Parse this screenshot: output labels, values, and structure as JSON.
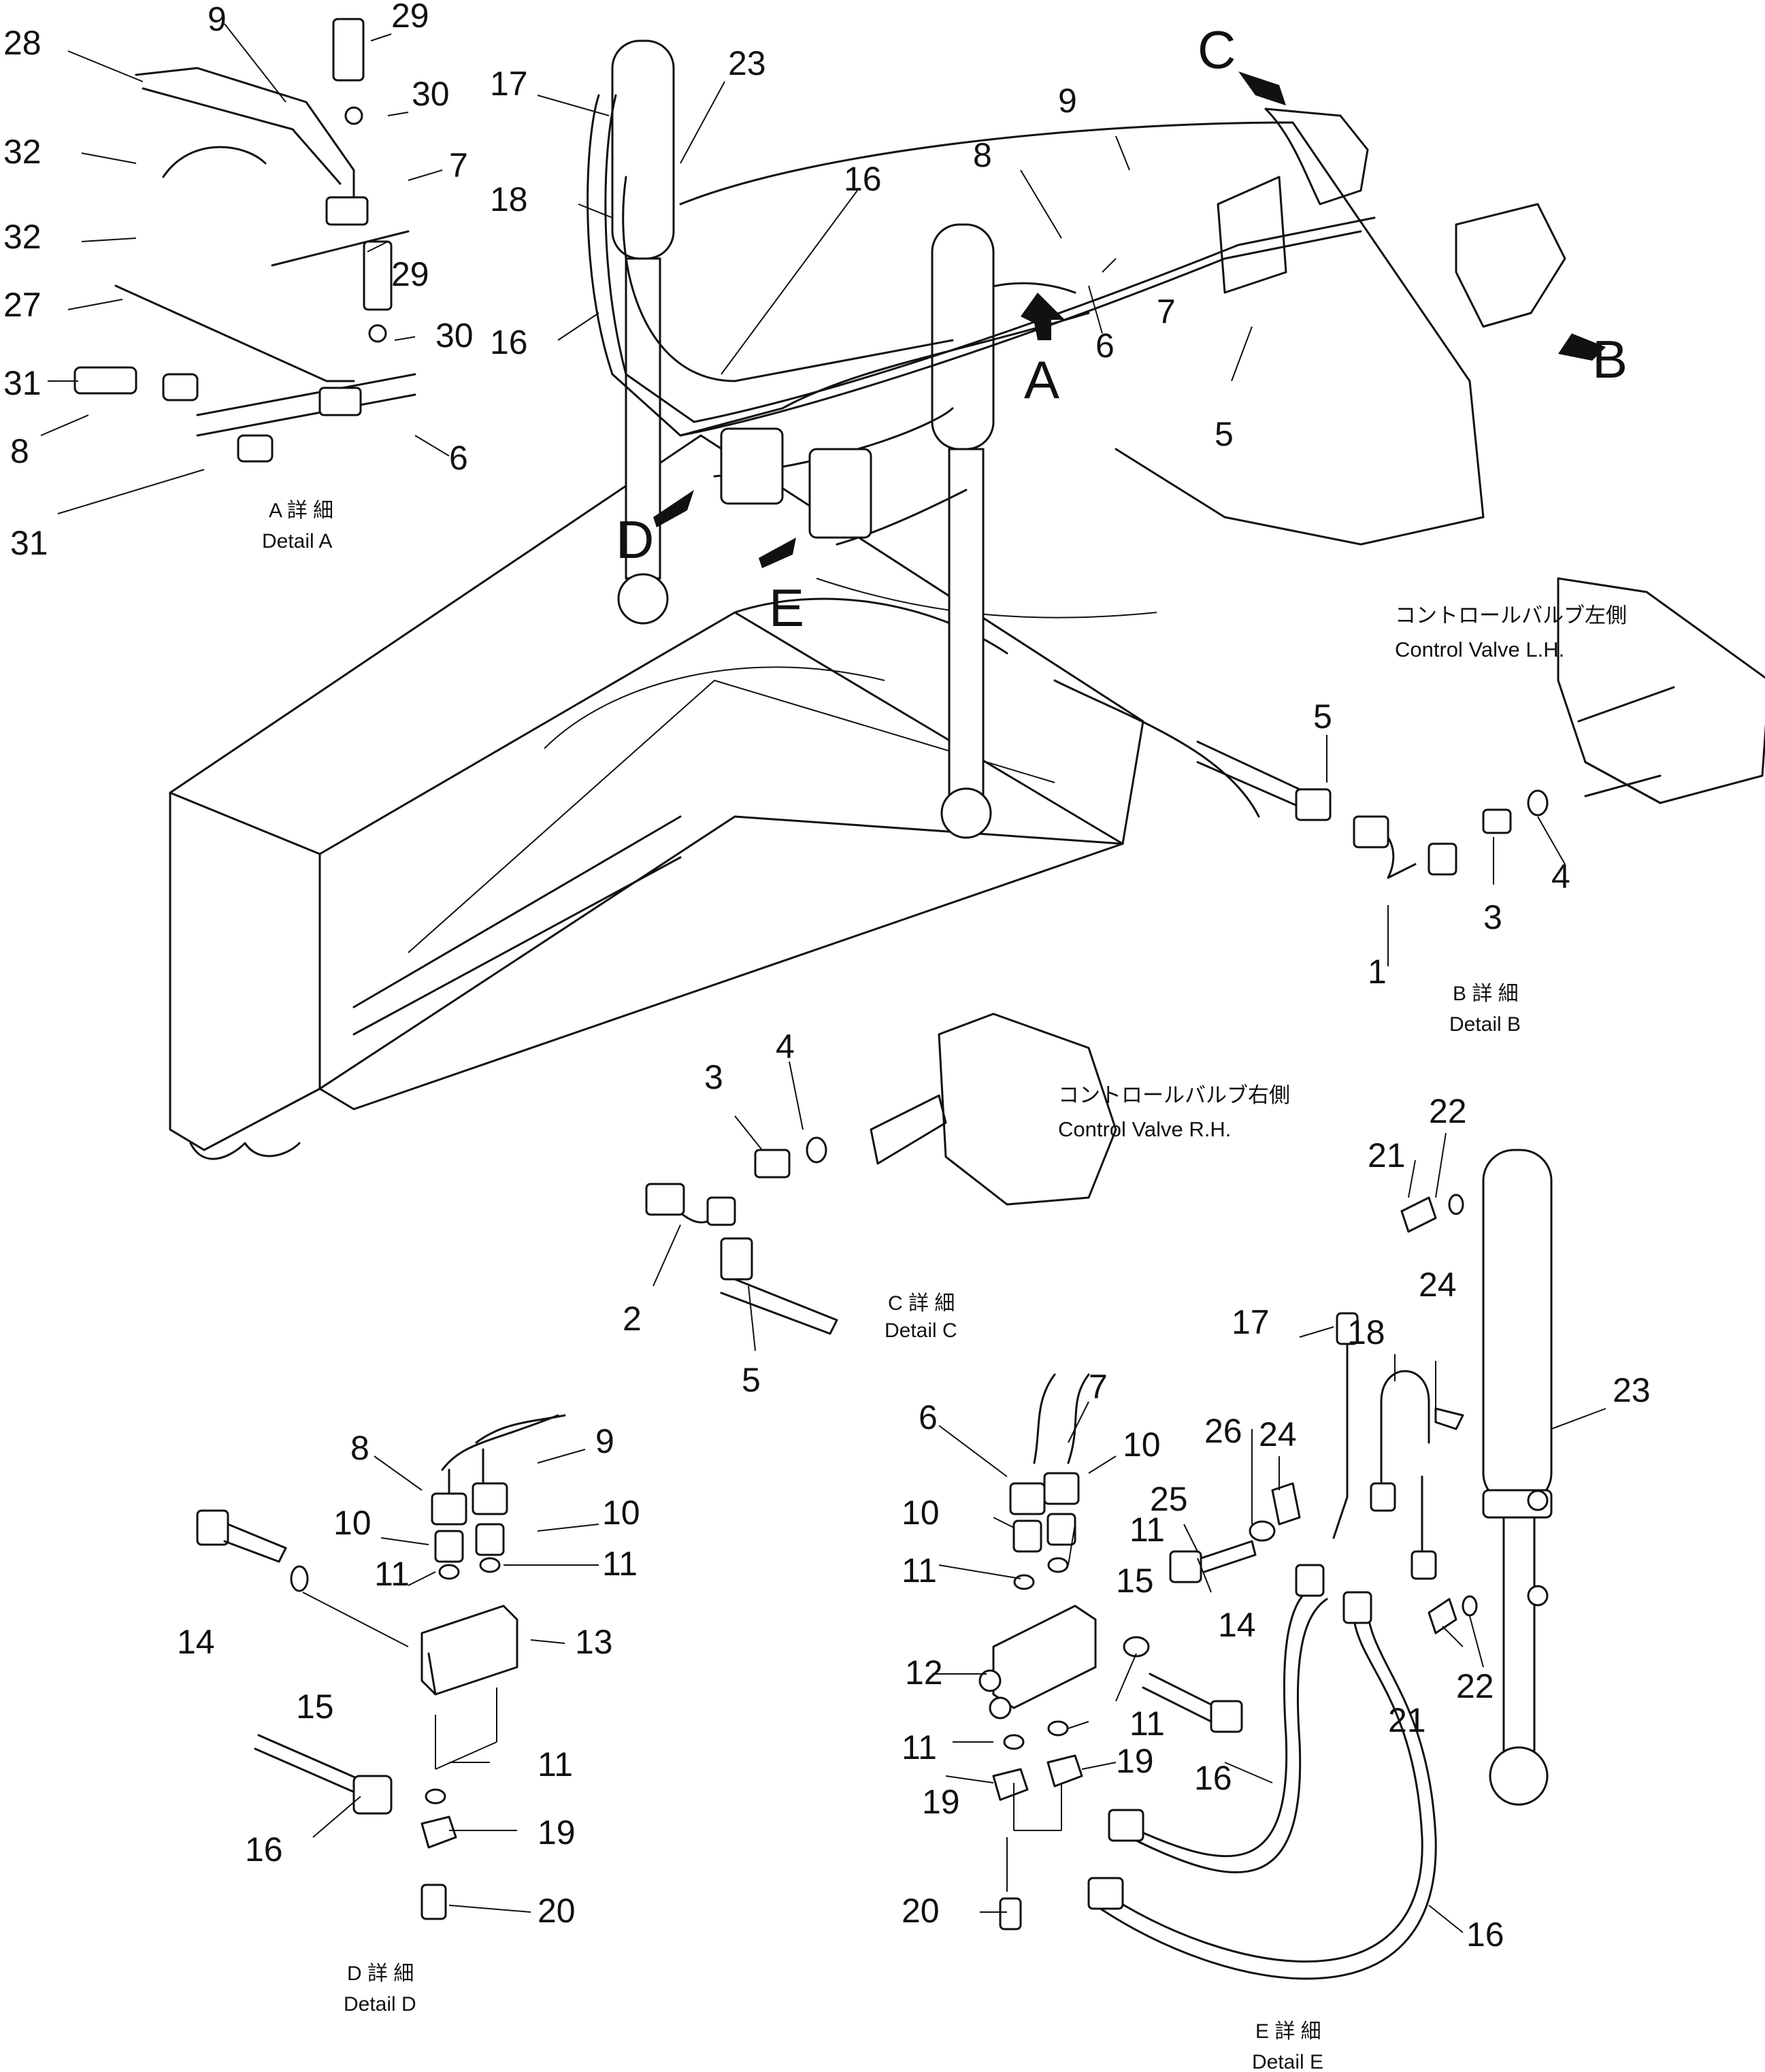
{
  "view_letters": {
    "a": "A",
    "b": "B",
    "c": "C",
    "d": "D",
    "e": "E"
  },
  "details": {
    "a": {
      "jp": "A 詳 細",
      "en": "Detail A"
    },
    "b": {
      "jp": "B 詳 細",
      "en": "Detail B"
    },
    "c": {
      "jp": "C 詳 細",
      "en": "Detail C"
    },
    "d": {
      "jp": "D 詳 細",
      "en": "Detail D"
    },
    "e": {
      "jp": "E 詳 細",
      "en": "Detail E"
    }
  },
  "valve_labels": {
    "lh_jp": "コントロールバルブ左側",
    "lh_en": "Control Valve L.H.",
    "rh_jp": "コントロールバルブ右側",
    "rh_en": "Control Valve R.H."
  },
  "callouts": {
    "a": [
      "28",
      "9",
      "29",
      "30",
      "7",
      "32",
      "32",
      "29",
      "30",
      "27",
      "31",
      "8",
      "31",
      "6"
    ],
    "main": [
      "17",
      "23",
      "18",
      "16",
      "16",
      "9",
      "8",
      "7",
      "6",
      "5"
    ],
    "b": [
      "5",
      "4",
      "3",
      "1"
    ],
    "c": [
      "4",
      "3",
      "2",
      "5"
    ],
    "d": [
      "8",
      "9",
      "10",
      "10",
      "11",
      "11",
      "14",
      "15",
      "13",
      "11",
      "19",
      "16",
      "20"
    ],
    "e": [
      "22",
      "21",
      "17",
      "18",
      "24",
      "23",
      "6",
      "7",
      "10",
      "10",
      "26",
      "24",
      "25",
      "11",
      "11",
      "15",
      "14",
      "12",
      "21",
      "22",
      "11",
      "11",
      "19",
      "19",
      "16",
      "20",
      "16"
    ]
  }
}
